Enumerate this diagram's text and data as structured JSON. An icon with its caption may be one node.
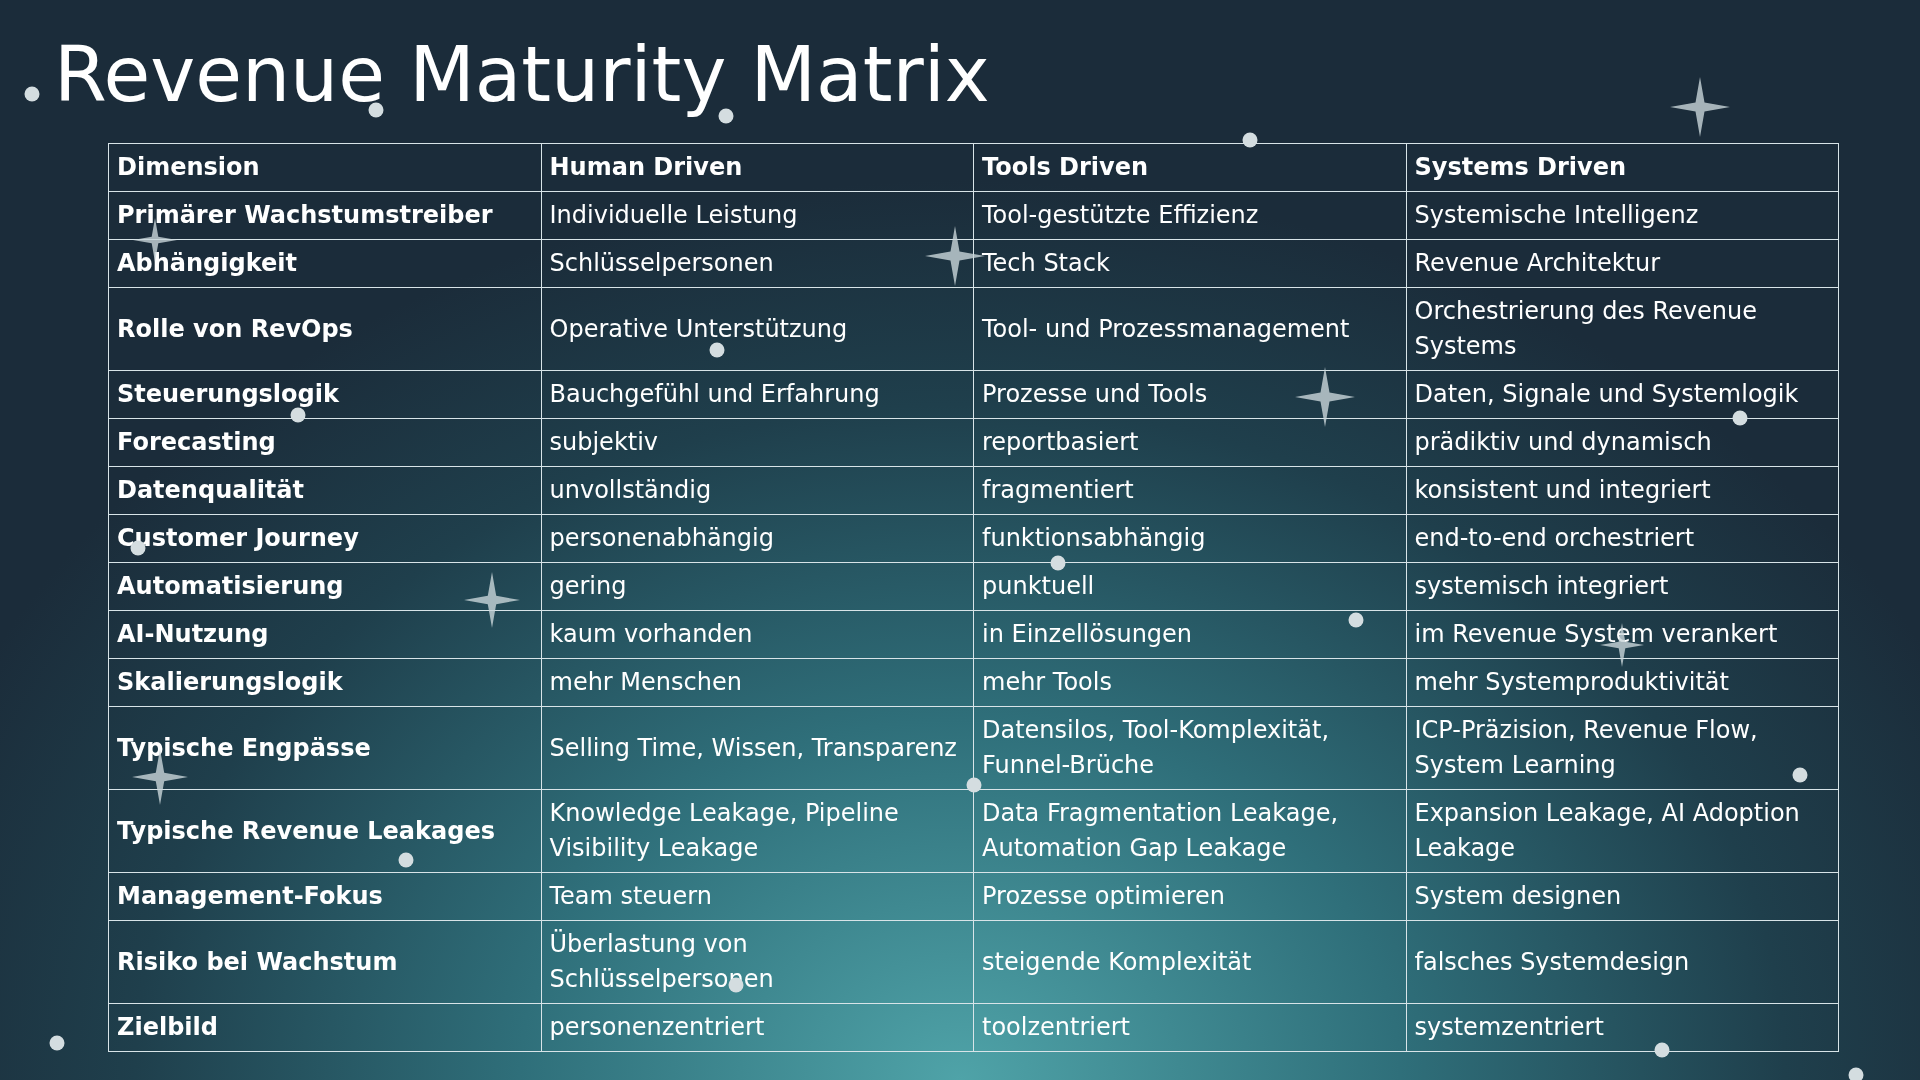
{
  "diagram": {
    "title": "Revenue Maturity Matrix",
    "labels": [
      "Dimension",
      "Human Driven",
      "Tools Driven",
      "Systems Driven",
      "Primärer Wachstumstreiber",
      "Individuelle Leistung",
      "Tool-gestützte Effizienz",
      "Systemische Intelligenz",
      "Abhängigkeit",
      "Schlüsselpersonen",
      "Tech Stack",
      "Revenue Architektur",
      "Rolle von RevOps",
      "Operative Unterstützung",
      "Tool- und Prozessmanagement",
      "Orchestrierung des Revenue Systems",
      "Steuerungslogik",
      "Bauchgefühl und Erfahrung",
      "Prozesse und Tools",
      "Daten, Signale und Systemlogik",
      "Forecasting",
      "subjektiv",
      "reportbasiert",
      "prädiktiv und dynamisch",
      "Datenqualität",
      "unvollständig",
      "fragmentiert",
      "konsistent und integriert",
      "Customer Journey",
      "personenabhängig",
      "funktionsabhängig",
      "end-to-end orchestriert",
      "Automatisierung",
      "gering",
      "punktuell",
      "systemisch integriert",
      "AI-Nutzung",
      "kaum vorhanden",
      "in Einzellösungen",
      "im Revenue System verankert",
      "Skalierungslogik",
      "mehr Menschen",
      "mehr Tools",
      "mehr Systemproduktivität",
      "Typische Engpässe",
      "Selling Time, Wissen, Transparenz",
      "Datensilos, Tool-Komplexität, Funnel-Brüche",
      "ICP-Präzision, Revenue Flow, System Learning",
      "Typische Revenue Leakages",
      "Knowledge Leakage, Pipeline Visibility Leakage",
      "Data Fragmentation Leakage, Automation Gap Leakage",
      "Expansion Leakage, AI Adoption Leakage",
      "Management-Fokus",
      "Team steuern",
      "Prozesse optimieren",
      "System designen",
      "Risiko bei Wachstum",
      "Überlastung von Schlüsselpersonen",
      "steigende Komplexität",
      "falsches Systemdesign",
      "Zielbild",
      "personenzentriert",
      "toolzentriert",
      "systemzentriert"
    ]
  }
}
